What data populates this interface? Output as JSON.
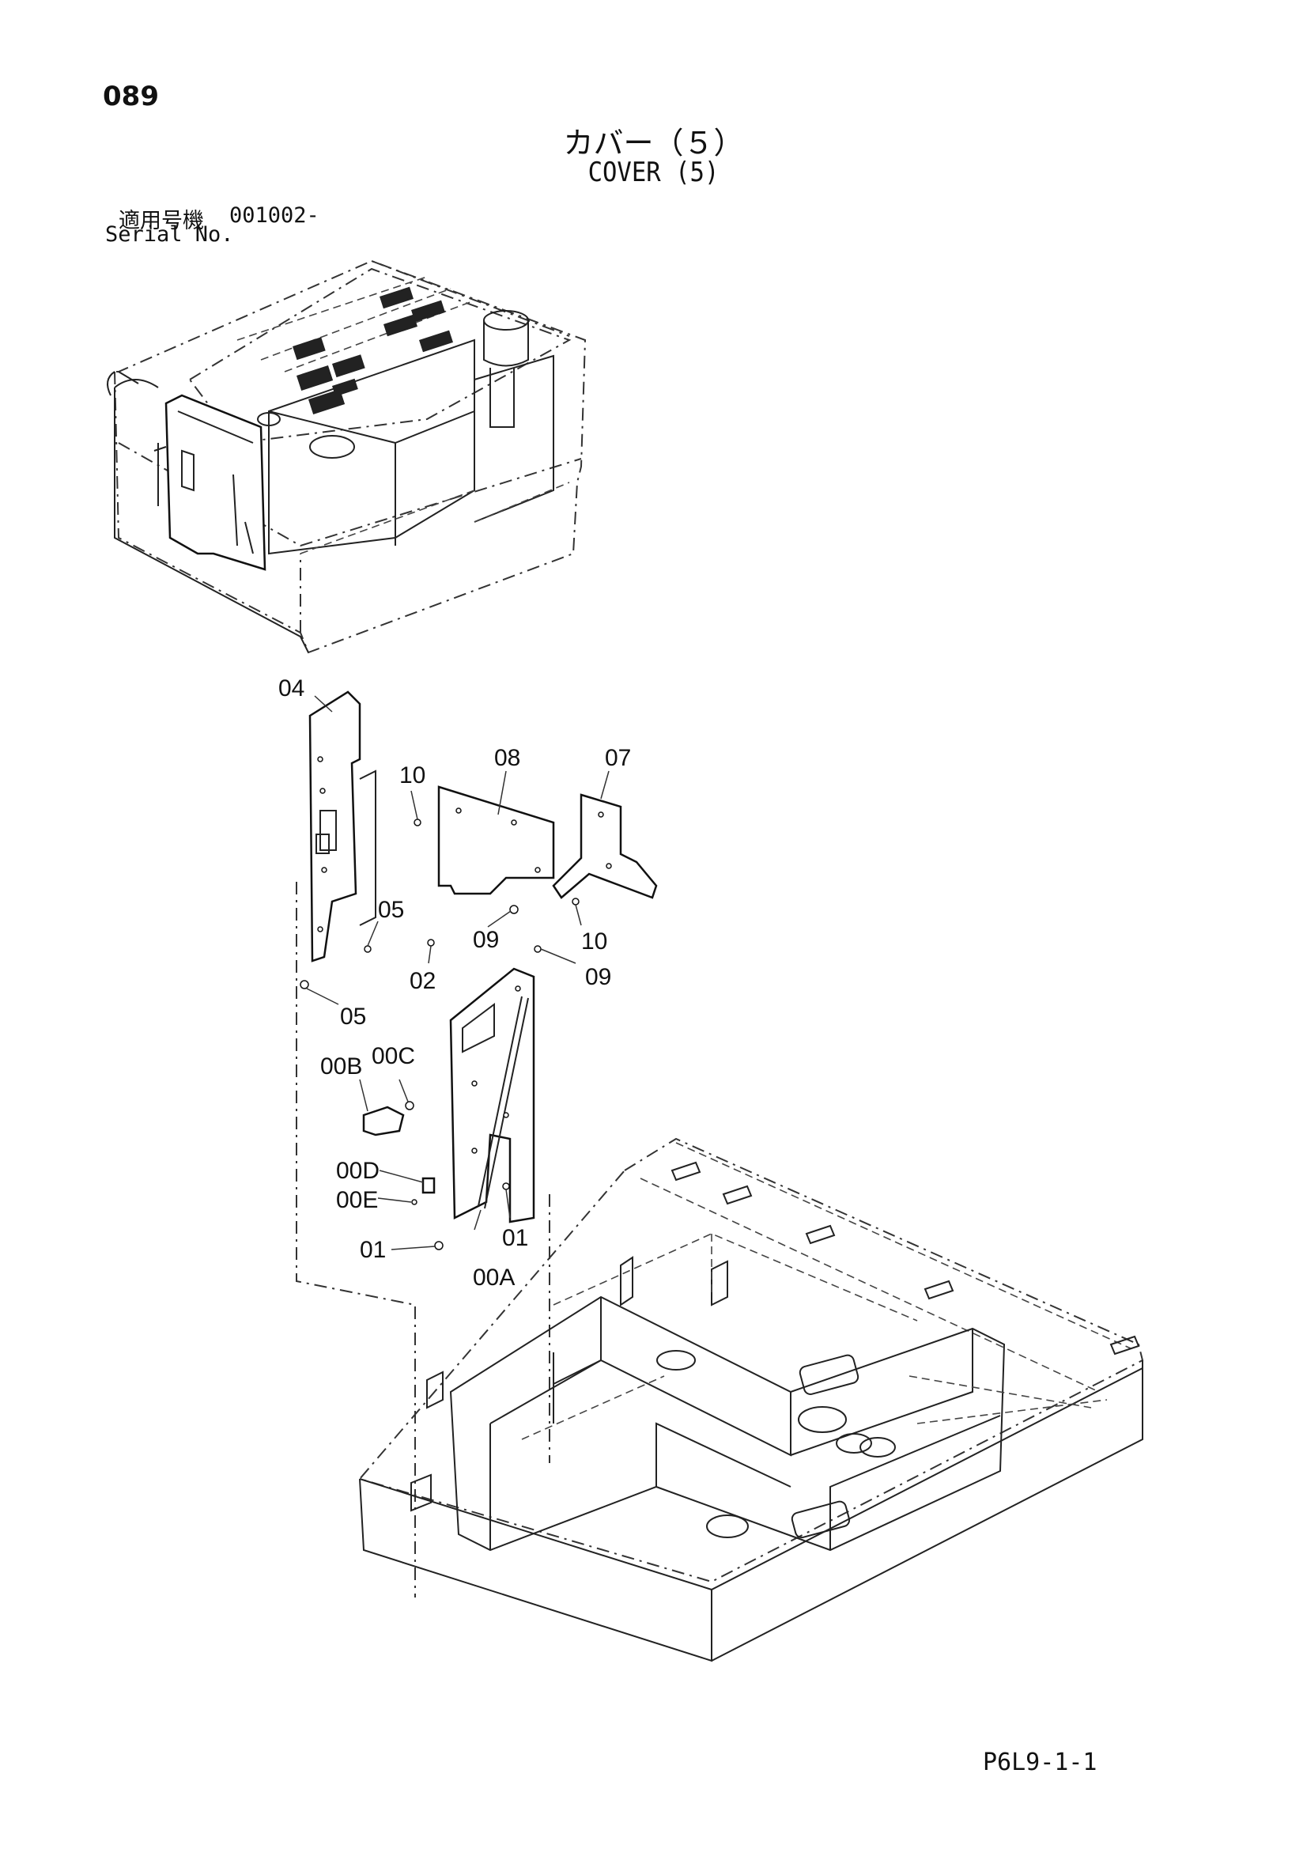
{
  "header": {
    "page_number": "089",
    "title_jp": "カバー（５）",
    "title_en": "COVER (5)",
    "serial_label_jp": "適用号機",
    "serial_value": "001002-",
    "serial_label_en": "Serial No."
  },
  "callouts": [
    {
      "id": "c04",
      "text": "04"
    },
    {
      "id": "c10a",
      "text": "10"
    },
    {
      "id": "c08",
      "text": "08"
    },
    {
      "id": "c07",
      "text": "07"
    },
    {
      "id": "c05a",
      "text": "05"
    },
    {
      "id": "c09a",
      "text": "09"
    },
    {
      "id": "c10b",
      "text": "10"
    },
    {
      "id": "c02",
      "text": "02"
    },
    {
      "id": "c09b",
      "text": "09"
    },
    {
      "id": "c05b",
      "text": "05"
    },
    {
      "id": "c00B",
      "text": "00B"
    },
    {
      "id": "c00C",
      "text": "00C"
    },
    {
      "id": "c00D",
      "text": "00D"
    },
    {
      "id": "c00E",
      "text": "00E"
    },
    {
      "id": "c01a",
      "text": "01"
    },
    {
      "id": "c01b",
      "text": "01"
    },
    {
      "id": "c00A",
      "text": "00A"
    }
  ],
  "footer": {
    "doc_code": "P6L9-1-1"
  }
}
